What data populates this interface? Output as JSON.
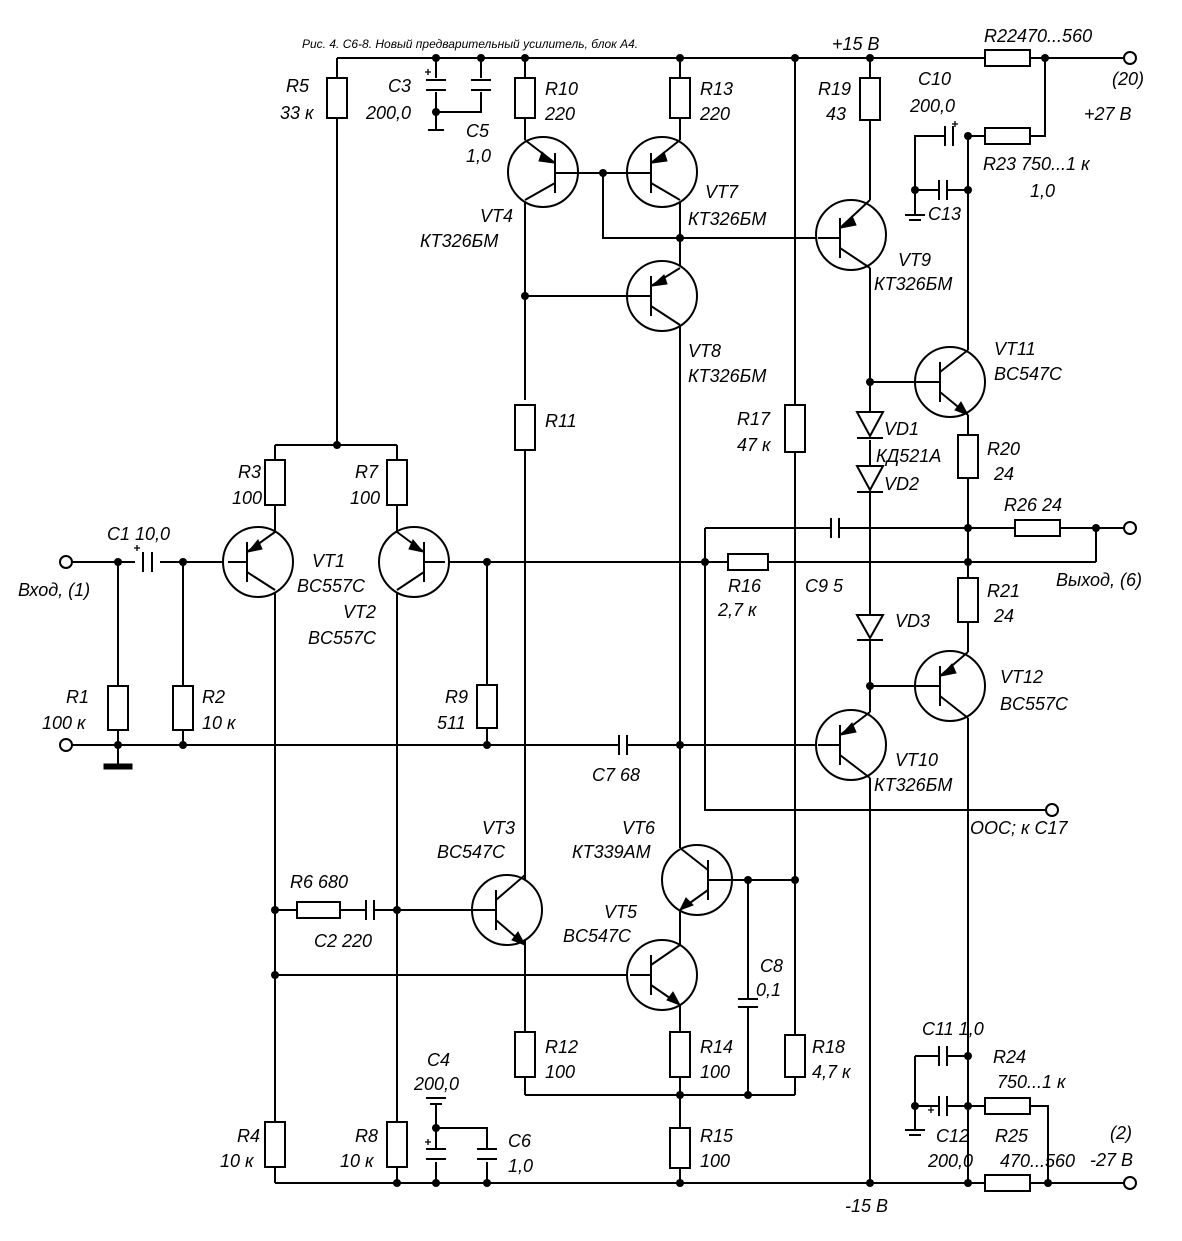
{
  "caption": "Рис. 4. С6-8. Новый предварительный усилитель, блок А4.",
  "rails": {
    "plus15": "+15 В",
    "minus15": "-15 В",
    "plus27": "+27 В",
    "minus27": "-27 В",
    "pin20": "(20)",
    "pin2": "(2)"
  },
  "io": {
    "input": "Вход, (1)",
    "output": "Выход, (6)",
    "feedback": "ООС; к С17"
  },
  "labels": {
    "R1": [
      "R1",
      "100 к"
    ],
    "R2": [
      "R2",
      "10 к"
    ],
    "R3": [
      "R3",
      "100"
    ],
    "R4": [
      "R4",
      "10 к"
    ],
    "R5": [
      "R5",
      "33 к"
    ],
    "R6": "R6  680",
    "R7": [
      "R7",
      "100"
    ],
    "R8": [
      "R8",
      "10 к"
    ],
    "R9": [
      "R9",
      "511"
    ],
    "R10": [
      "R10",
      "220"
    ],
    "R11": "R11",
    "R12": [
      "R12",
      "100"
    ],
    "R13": [
      "R13",
      "220"
    ],
    "R14": [
      "R14",
      "100"
    ],
    "R15": [
      "R15",
      "100"
    ],
    "R16": [
      "R16",
      "2,7 к"
    ],
    "R17": [
      "R17",
      "47 к"
    ],
    "R18": [
      "R18",
      "4,7 к"
    ],
    "R19": [
      "R19",
      "43"
    ],
    "R20": [
      "R20",
      "24"
    ],
    "R21": [
      "R21",
      "24"
    ],
    "R22": "R22470...560",
    "R23": [
      "R23  750...1 к",
      "1,0"
    ],
    "R24": [
      "R24",
      "750...1 к"
    ],
    "R25": "R25",
    "R25val": "470...560",
    "R26": "R26  24",
    "C1": "C1  10,0",
    "C2": "C2   220",
    "C3": [
      "C3",
      "200,0"
    ],
    "C4": [
      "C4",
      "200,0"
    ],
    "C5": [
      "C5",
      "1,0"
    ],
    "C6": [
      "C6",
      "1,0"
    ],
    "C7": "C7  68",
    "C8": [
      "C8",
      "0,1"
    ],
    "C9": "C9     5",
    "C10": [
      "C10",
      "200,0"
    ],
    "C11": "C11   1,0",
    "C12": [
      "C12",
      "200,0"
    ],
    "C13": "C13",
    "VT1": [
      "VT1",
      "BC557C"
    ],
    "VT2": [
      "VT2",
      "BC557C"
    ],
    "VT3": [
      "VT3",
      "BC547C"
    ],
    "VT4": [
      "VT4",
      "КТ326БМ"
    ],
    "VT5": [
      "VT5",
      "BC547C"
    ],
    "VT6": [
      "VT6",
      "КТ339АМ"
    ],
    "VT7": [
      "VT7",
      "КТ326БМ"
    ],
    "VT8": [
      "VT8",
      "КТ326БМ"
    ],
    "VT9": [
      "VT9",
      "КТ326БМ"
    ],
    "VT10": [
      "VT10",
      "КТ326БМ"
    ],
    "VT11": [
      "VT11",
      "BC547C"
    ],
    "VT12": [
      "VT12",
      "BC557C"
    ],
    "VD1": [
      "VD1",
      "КД521А"
    ],
    "VD2": "VD2",
    "VD3": "VD3"
  }
}
